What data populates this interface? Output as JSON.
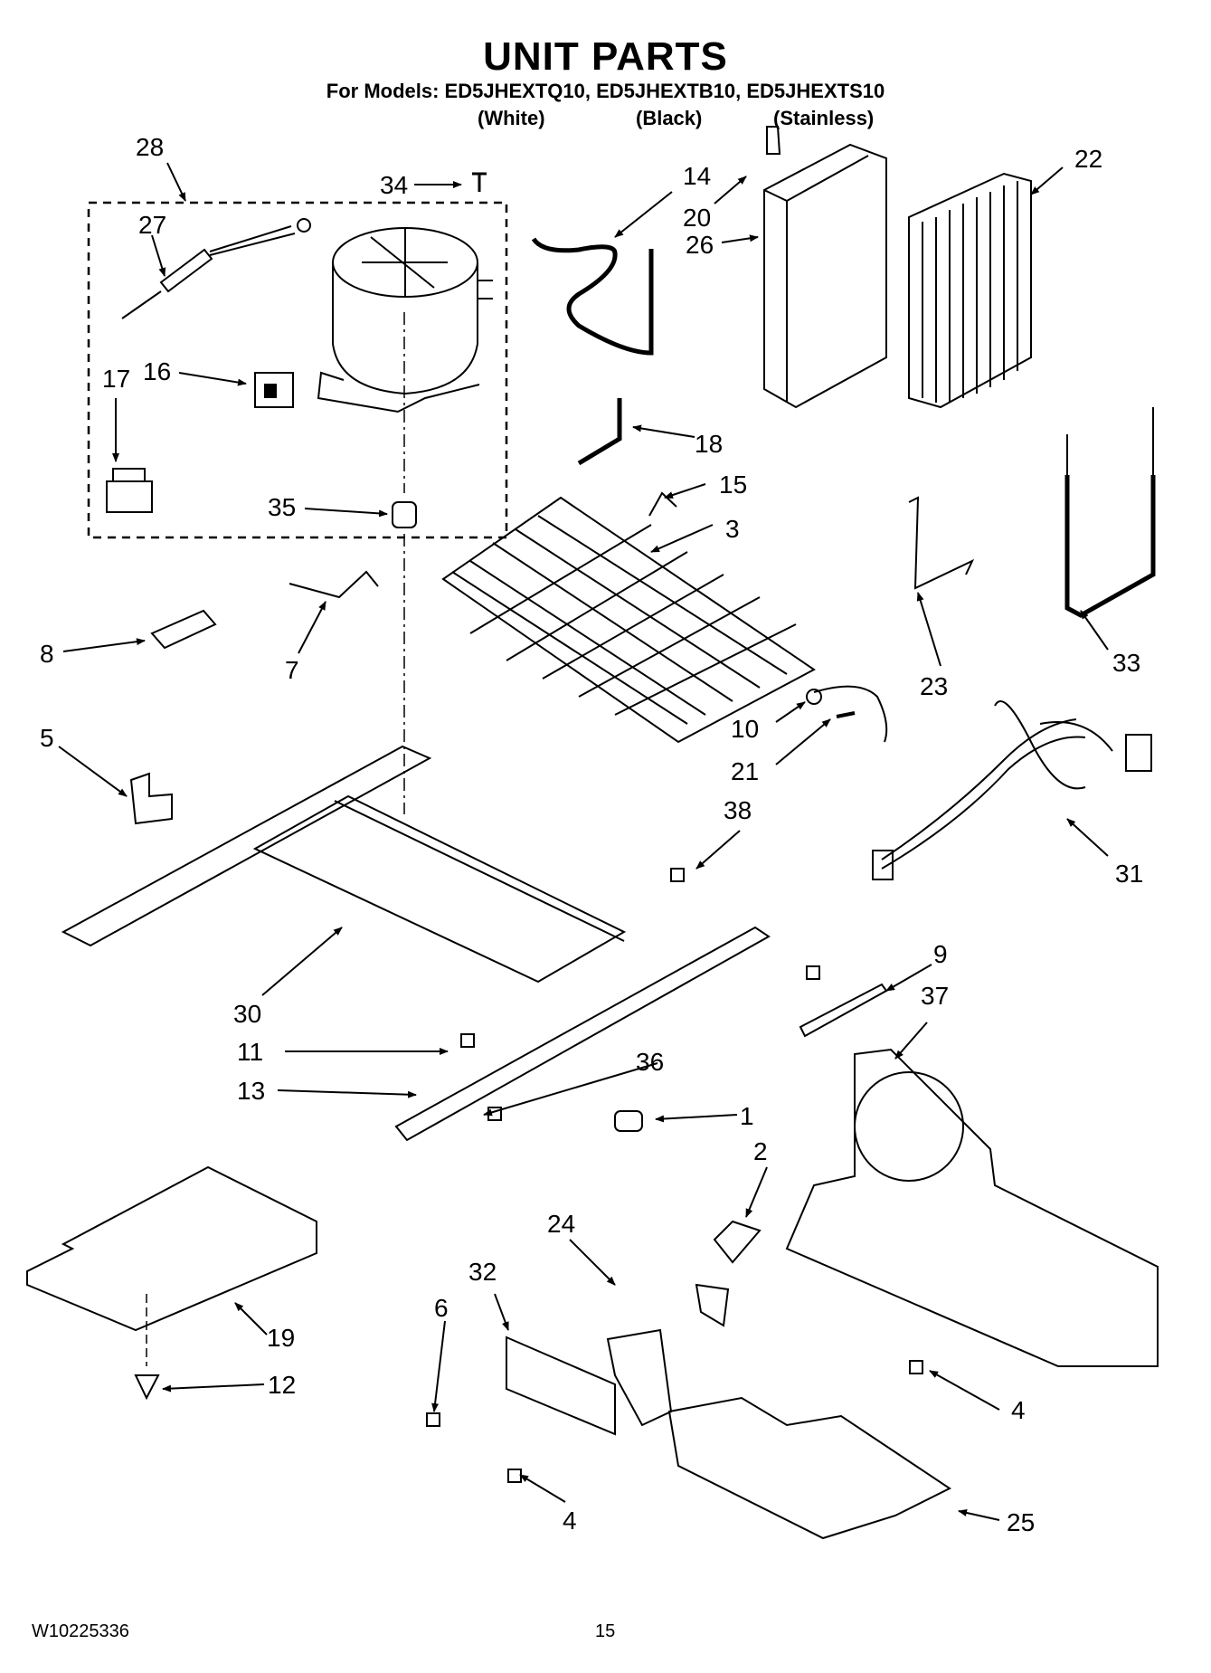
{
  "header": {
    "title": "UNIT PARTS",
    "models_line": "For Models: ED5JHEXTQ10, ED5JHEXTB10, ED5JHEXTS10",
    "variants": [
      "(White)",
      "(Black)",
      "(Stainless)"
    ]
  },
  "callouts": {
    "c28": "28",
    "c27": "27",
    "c34": "34",
    "c14": "14",
    "c20": "20",
    "c22": "22",
    "c26": "26",
    "c17": "17",
    "c16": "16",
    "c18": "18",
    "c35": "35",
    "c15": "15",
    "c3": "3",
    "c8": "8",
    "c7": "7",
    "c23": "23",
    "c33": "33",
    "c5": "5",
    "c10": "10",
    "c21": "21",
    "c38": "38",
    "c31": "31",
    "c30": "30",
    "c9": "9",
    "c37": "37",
    "c11": "11",
    "c36": "36",
    "c13": "13",
    "c1": "1",
    "c2": "2",
    "c24": "24",
    "c32": "32",
    "c6": "6",
    "c19": "19",
    "c12": "12",
    "c4a": "4",
    "c4b": "4",
    "c25": "25"
  },
  "footer": {
    "doc_number": "W10225336",
    "page_number": "15"
  }
}
